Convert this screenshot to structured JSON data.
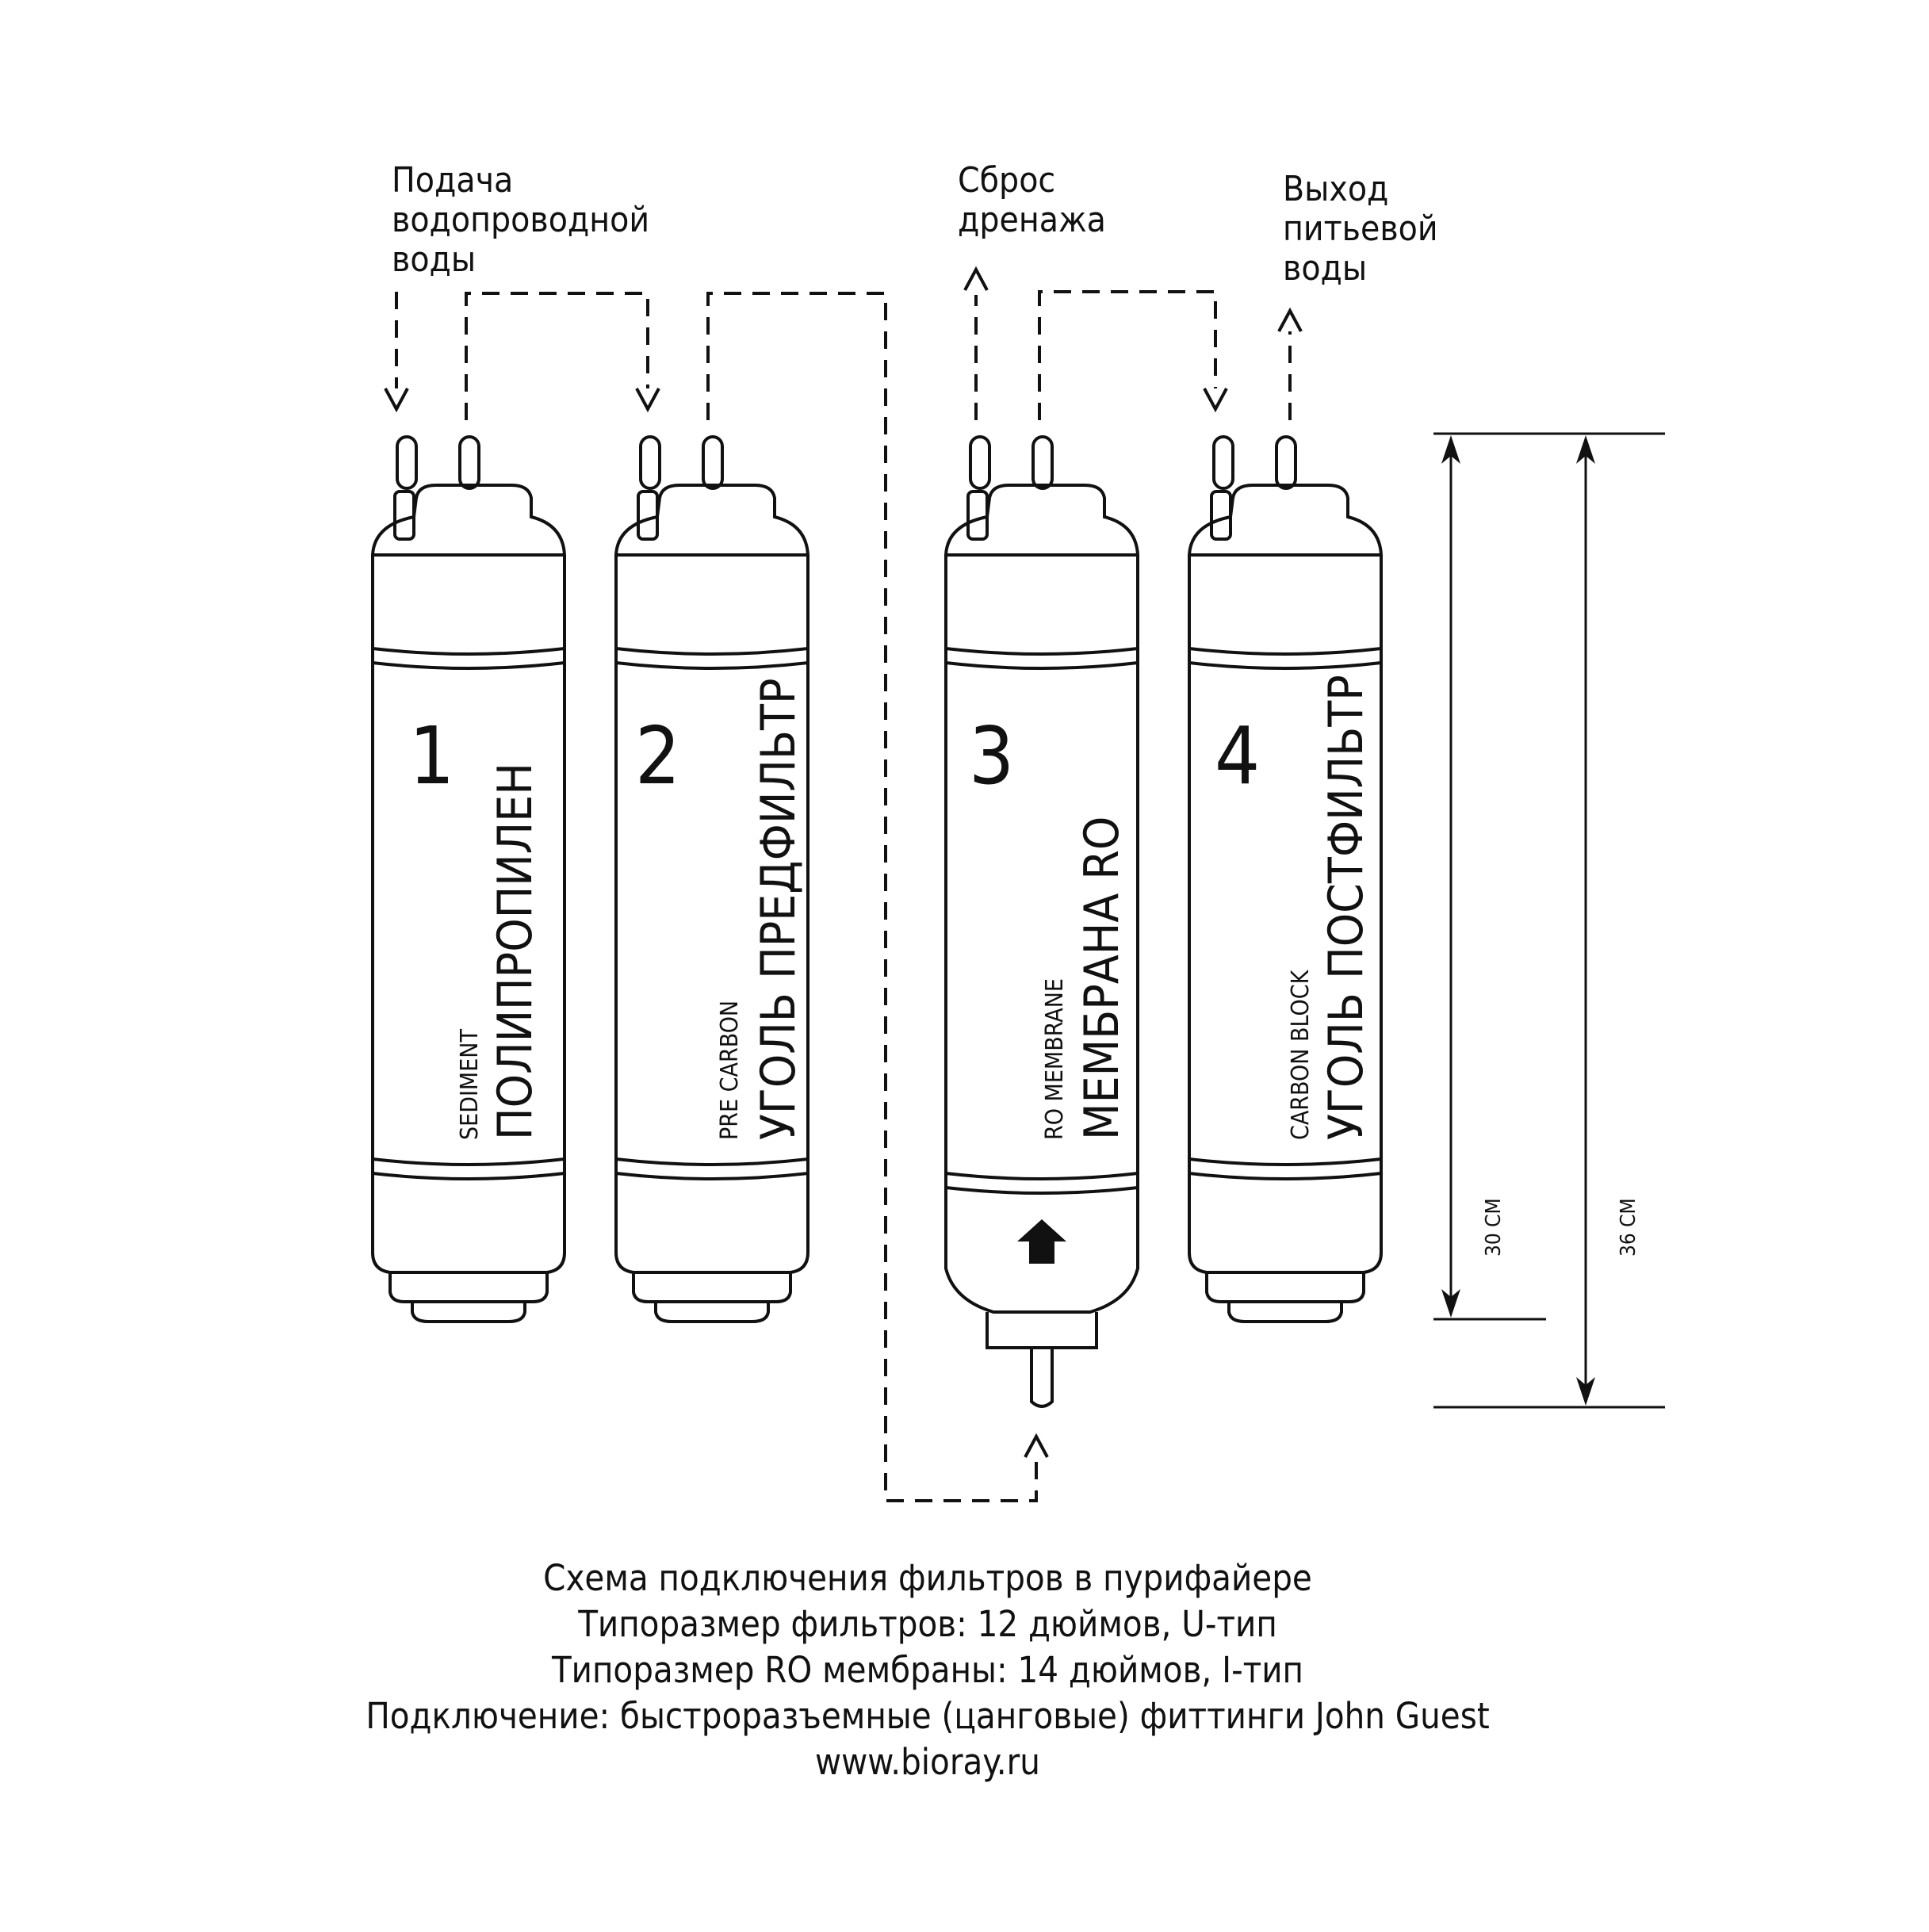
{
  "labels": {
    "feed": "Подача\nводопроводной\nводы",
    "drain": "Сброс\nдренажа",
    "output": "Выход\nпитьевой\nводы"
  },
  "filters": [
    {
      "number": "1",
      "name": "ПОЛИПРОПИЛЕН",
      "subtitle": "SEDIMENT"
    },
    {
      "number": "2",
      "name": "УГОЛЬ ПРЕДФИЛЬТР",
      "subtitle": "PRE CARBON"
    },
    {
      "number": "3",
      "name": "МЕМБРАНА RO",
      "subtitle": "RO MEMBRANE"
    },
    {
      "number": "4",
      "name": "УГОЛЬ ПОСТФИЛЬТР",
      "subtitle": "CARBON BLOCK"
    }
  ],
  "dimensions": {
    "short": "30 СМ",
    "tall": "36 СМ"
  },
  "caption": [
    "Схема подключения фильтров в пурифайере",
    "Типоразмер фильтров: 12 дюймов, U-тип",
    "Типоразмер RO мембраны: 14 дюймов, I-тип",
    "Подключение: быстроразъемные (цанговые) фиттинги John Guest",
    "www.bioray.ru"
  ],
  "colors": {
    "ink": "#111111",
    "background": "#ffffff"
  }
}
